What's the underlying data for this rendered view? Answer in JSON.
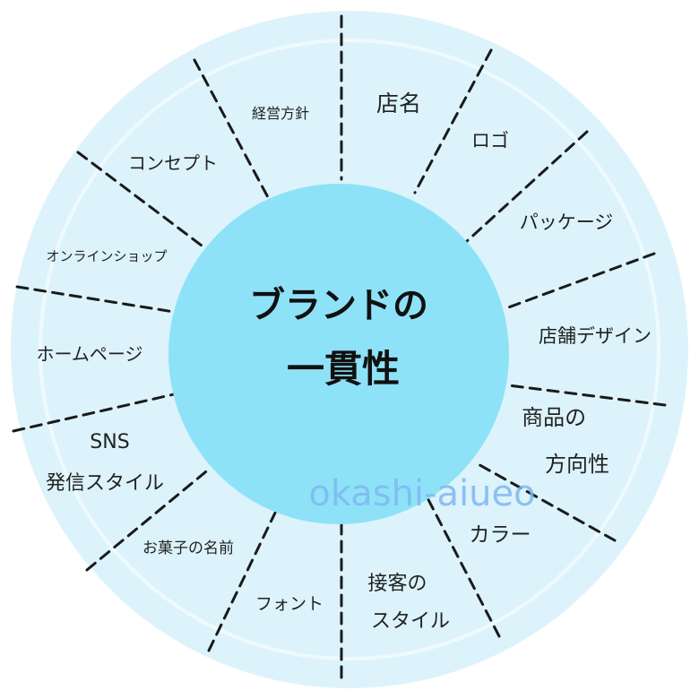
{
  "center": {
    "line1": "ブランドの",
    "line2": "一貫性"
  },
  "segments": [
    {
      "lines": [
        "店名"
      ]
    },
    {
      "lines": [
        "ロゴ"
      ]
    },
    {
      "lines": [
        "パッケージ"
      ]
    },
    {
      "lines": [
        "店舗デザイン"
      ]
    },
    {
      "lines": [
        "商品の",
        "方向性"
      ]
    },
    {
      "lines": [
        "カラー"
      ]
    },
    {
      "lines": [
        "接客の",
        "スタイル"
      ]
    },
    {
      "lines": [
        "フォント"
      ]
    },
    {
      "lines": [
        "お菓子の名前"
      ]
    },
    {
      "lines": [
        "SNS",
        "発信スタイル"
      ]
    },
    {
      "lines": [
        "ホームページ"
      ]
    },
    {
      "lines": [
        "オンラインショップ"
      ]
    },
    {
      "lines": [
        "コンセプト"
      ]
    },
    {
      "lines": [
        "経営方針"
      ]
    }
  ],
  "watermark": "okashi-aiueo",
  "colors": {
    "outer_ring": "#dcf3fb",
    "inner_ring_stroke": "#eefafd",
    "center_circle": "#8ee2f8",
    "divider": "#1a1a1a",
    "watermark": "#7fb8f0"
  }
}
